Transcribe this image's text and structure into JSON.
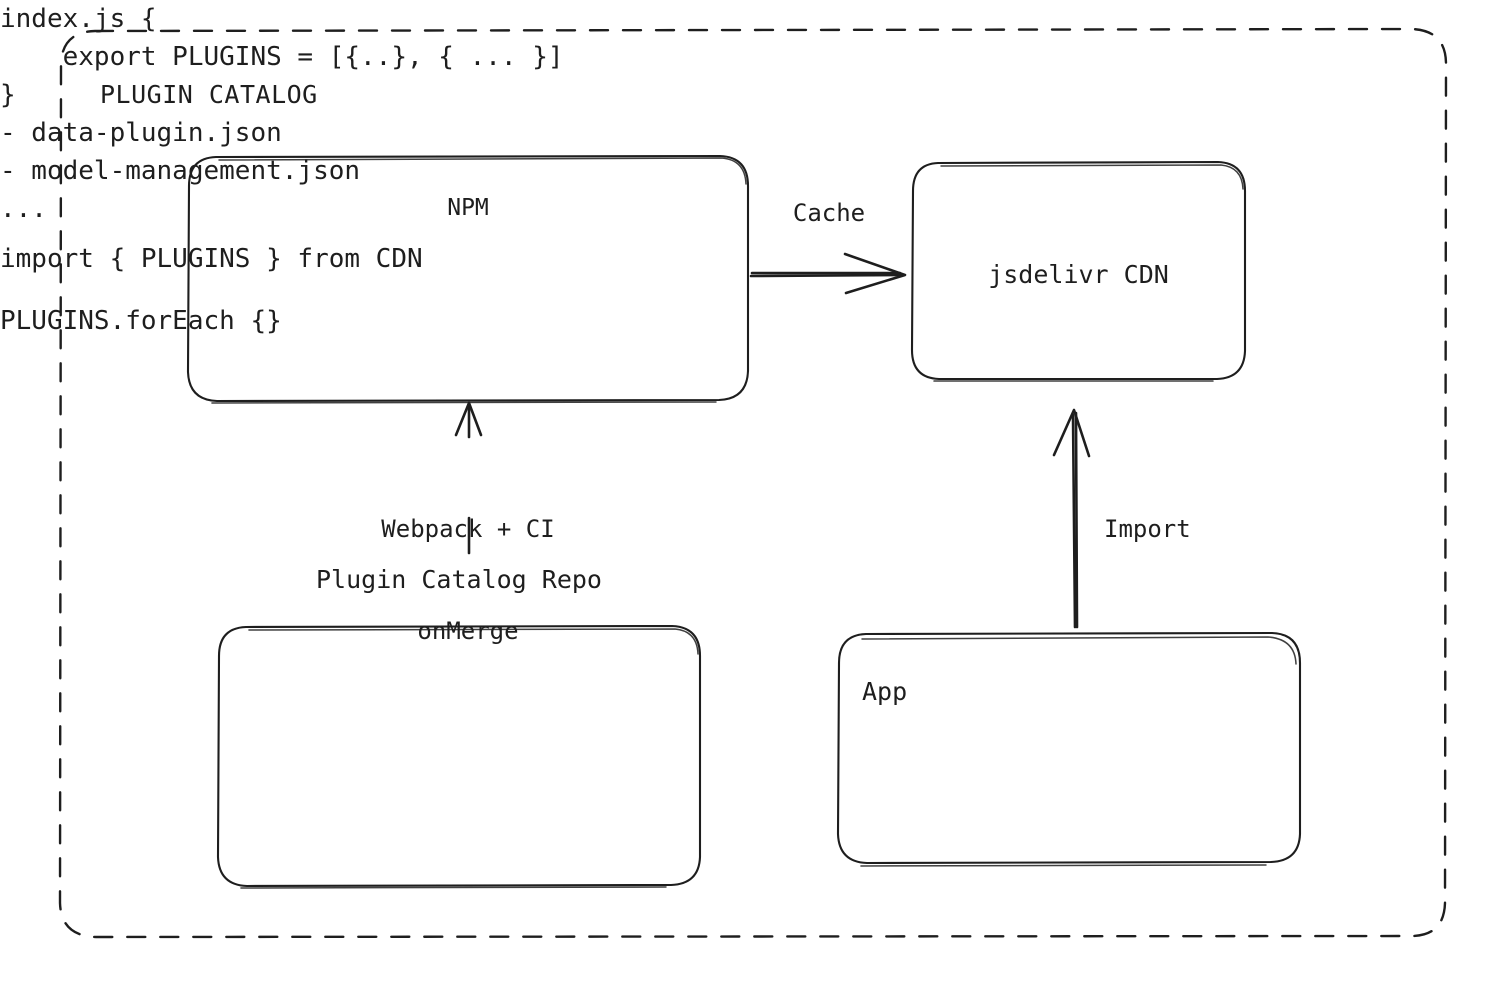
{
  "diagram": {
    "title": "PLUGIN CATALOG",
    "type": "architecture-flow",
    "background": "#ffffff",
    "stroke_color": "#1e1e1e",
    "frame": {
      "style": "dashed",
      "label": "PLUGIN CATALOG"
    },
    "nodes": [
      {
        "id": "npm",
        "title": "NPM",
        "title_align": "center",
        "code": [
          "index.js {",
          "    export PLUGINS = [{..}, { ... }]",
          "}"
        ]
      },
      {
        "id": "cdn",
        "title": "jsdelivr CDN",
        "title_align": "center",
        "code": []
      },
      {
        "id": "repo",
        "above_label": "Plugin Catalog Repo",
        "title": "",
        "code": [
          "- data-plugin.json",
          "- model-management.json",
          "..."
        ]
      },
      {
        "id": "app",
        "title": "App",
        "title_align": "left",
        "code": [
          "import { PLUGINS } from CDN",
          "PLUGINS.forEach {}"
        ]
      }
    ],
    "edges": [
      {
        "id": "npm-to-cdn",
        "label": "Cache",
        "from": "npm",
        "to": "cdn",
        "direction": "right"
      },
      {
        "id": "repo-to-npm",
        "label": "Webpack + CI\nonMerge",
        "label_lines": [
          "Webpack + CI",
          "onMerge"
        ],
        "from": "repo",
        "to": "npm",
        "direction": "up"
      },
      {
        "id": "app-to-cdn",
        "label": "Import",
        "from": "app",
        "to": "cdn",
        "direction": "up"
      }
    ]
  }
}
